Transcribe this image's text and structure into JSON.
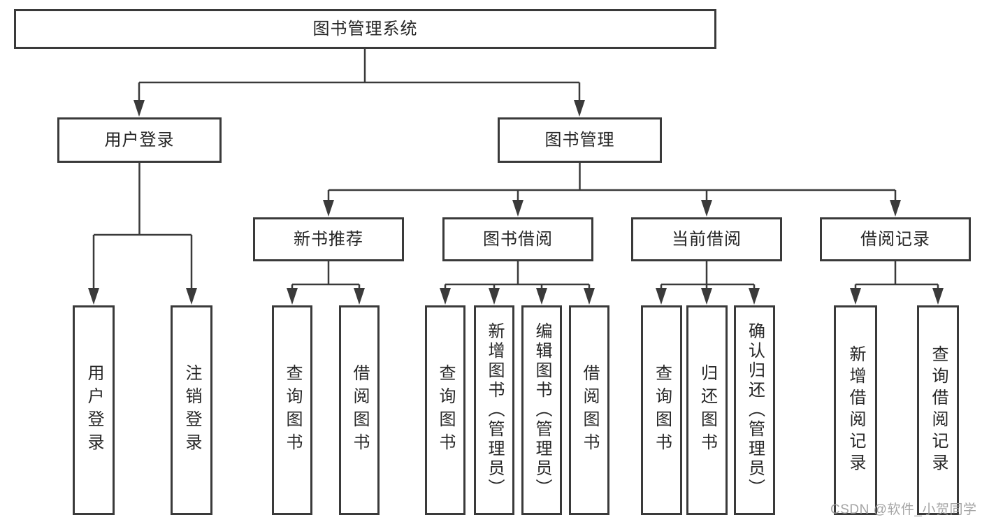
{
  "colors": {
    "line": "#3a3a3a",
    "box_border": "#3a3a3a",
    "text": "#262626",
    "background": "#ffffff",
    "watermark": "#9b9b9b"
  },
  "watermark": {
    "text": "CSDN @软件_小贺同学"
  },
  "diagram": {
    "type": "hierarchy-tree",
    "root": {
      "id": "library-system",
      "label": "图书管理系统"
    },
    "level2": [
      {
        "id": "user-login-module",
        "label": "用户登录",
        "parent": "library-system"
      },
      {
        "id": "book-management-module",
        "label": "图书管理",
        "parent": "library-system"
      }
    ],
    "level3": [
      {
        "id": "new-book-recommend",
        "label": "新书推荐",
        "parent": "book-management-module"
      },
      {
        "id": "book-borrowing",
        "label": "图书借阅",
        "parent": "book-management-module"
      },
      {
        "id": "current-borrowing",
        "label": "当前借阅",
        "parent": "book-management-module"
      },
      {
        "id": "borrowing-records",
        "label": "借阅记录",
        "parent": "book-management-module"
      }
    ],
    "leaves": [
      {
        "id": "user-login",
        "label": "用户登录",
        "parent": "user-login-module"
      },
      {
        "id": "logout",
        "label": "注销登录",
        "parent": "user-login-module"
      },
      {
        "id": "query-books-recommend",
        "label": "查询图书",
        "parent": "new-book-recommend"
      },
      {
        "id": "borrow-books-recommend",
        "label": "借阅图书",
        "parent": "new-book-recommend"
      },
      {
        "id": "query-books-borrowing",
        "label": "查询图书",
        "parent": "book-borrowing"
      },
      {
        "id": "add-books-admin",
        "label": "新增图书（管理员）",
        "parent": "book-borrowing"
      },
      {
        "id": "edit-books-admin",
        "label": "编辑图书（管理员）",
        "parent": "book-borrowing"
      },
      {
        "id": "borrow-books-borrowing",
        "label": "借阅图书",
        "parent": "book-borrowing"
      },
      {
        "id": "query-books-current",
        "label": "查询图书",
        "parent": "current-borrowing"
      },
      {
        "id": "return-books",
        "label": "归还图书",
        "parent": "current-borrowing"
      },
      {
        "id": "confirm-return-admin",
        "label": "确认归还（管理员）",
        "parent": "current-borrowing"
      },
      {
        "id": "add-borrow-record",
        "label": "新增借阅记录",
        "parent": "borrowing-records"
      },
      {
        "id": "query-borrow-record",
        "label": "查询借阅记录",
        "parent": "borrowing-records"
      }
    ]
  }
}
